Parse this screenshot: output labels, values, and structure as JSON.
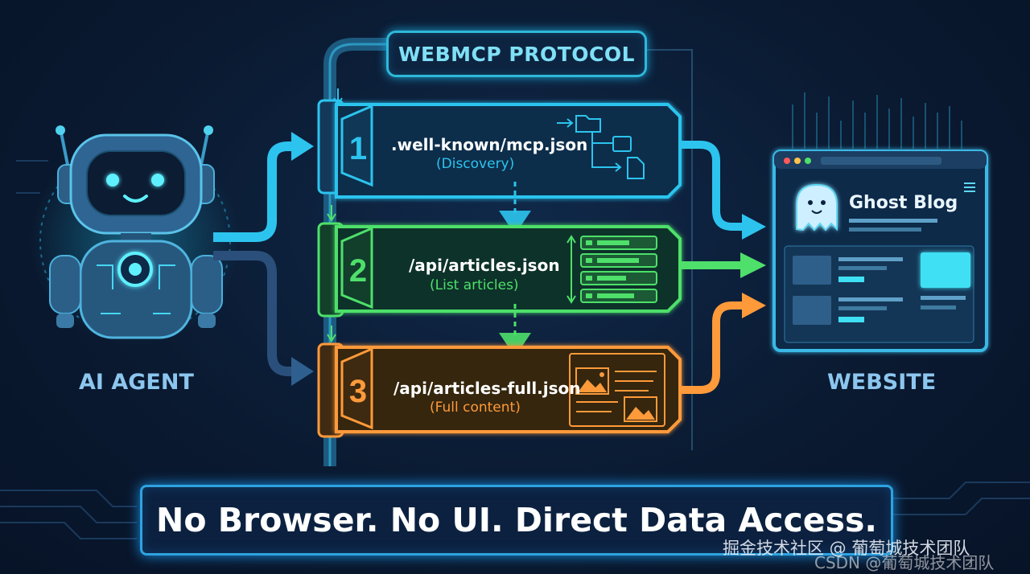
{
  "header": {
    "title": "WEBMCP PROTOCOL"
  },
  "agent": {
    "label": "AI AGENT"
  },
  "website": {
    "label": "WEBSITE",
    "blog_title": "Ghost Blog"
  },
  "steps": [
    {
      "number": "1",
      "endpoint": ".well-known/mcp.json",
      "description": "(Discovery)",
      "color": "#2cc4ee"
    },
    {
      "number": "2",
      "endpoint": "/api/articles.json",
      "description": "(List articles)",
      "color": "#4ee06a"
    },
    {
      "number": "3",
      "endpoint": "/api/articles-full.json",
      "description": "(Full content)",
      "color": "#ff9a3a"
    }
  ],
  "banner": {
    "text": "No Browser. No UI. Direct Data Access."
  },
  "watermark": {
    "primary": "掘金技术社区 @ 葡萄城技术团队",
    "secondary": "CSDN @葡萄城技术团队"
  },
  "icons": [
    "robot-icon",
    "folder-tree-icon",
    "list-icon",
    "image-doc-icon",
    "ghost-icon",
    "browser-window-icon"
  ]
}
